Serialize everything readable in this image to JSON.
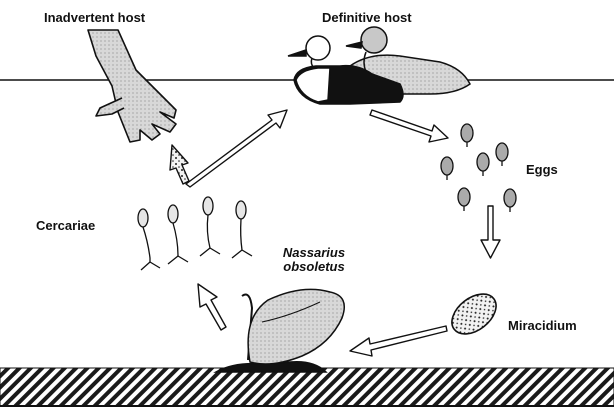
{
  "diagram": {
    "labels": {
      "inadvertent_host": "Inadvertent host",
      "definitive_host": "Definitive host",
      "eggs": "Eggs",
      "miracidium": "Miracidium",
      "snail_genus": "Nassarius",
      "snail_species": "obsoletus",
      "cercariae": "Cercariae"
    },
    "stages": [
      "Definitive host",
      "Eggs",
      "Miracidium",
      "Nassarius obsoletus",
      "Cercariae",
      "Inadvertent host"
    ]
  }
}
